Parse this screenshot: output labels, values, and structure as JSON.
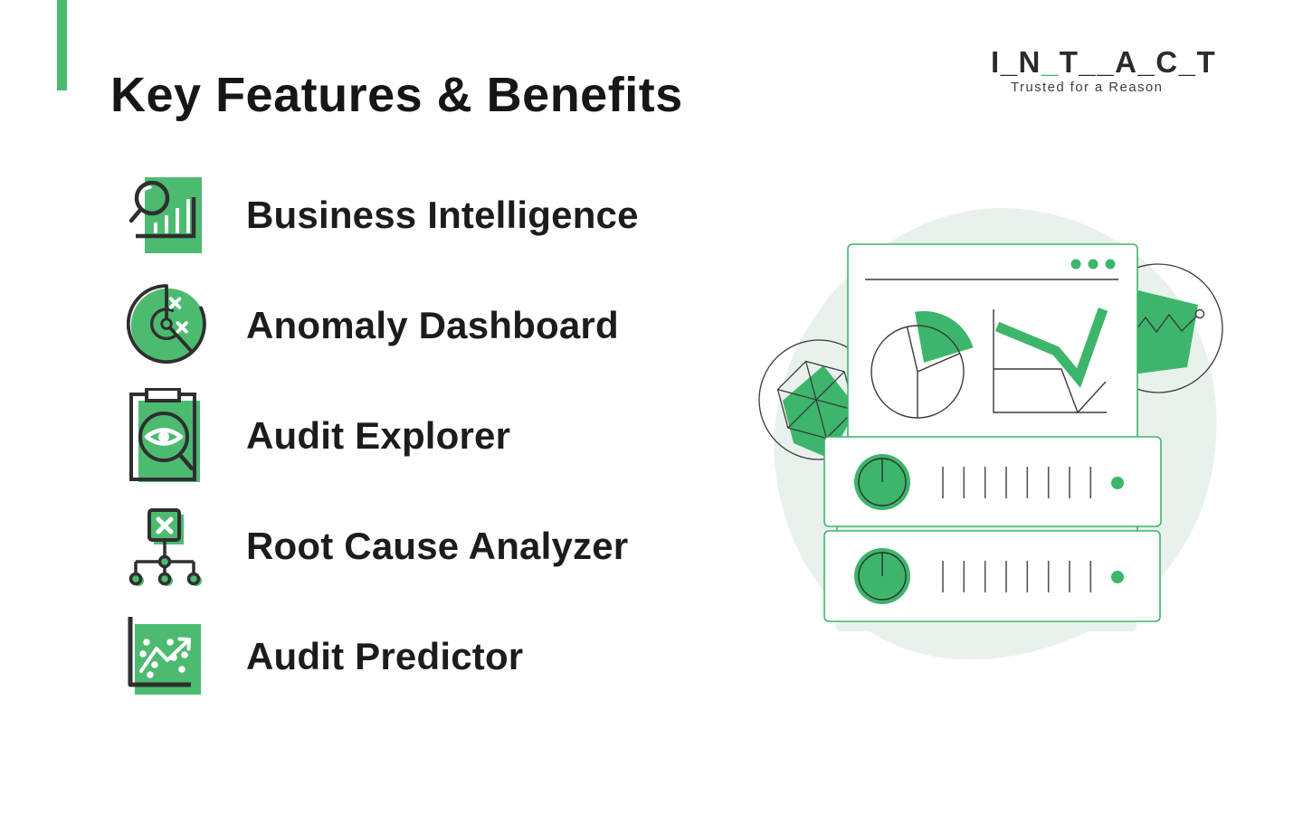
{
  "slide": {
    "title": "Key Features & Benefits",
    "features": [
      {
        "label": "Business Intelligence",
        "icon": "magnifier-bar-chart"
      },
      {
        "label": "Anomaly Dashboard",
        "icon": "radar-anomaly"
      },
      {
        "label": "Audit Explorer",
        "icon": "clipboard-eye-magnifier"
      },
      {
        "label": "Root Cause Analyzer",
        "icon": "hierarchy-tree"
      },
      {
        "label": "Audit Predictor",
        "icon": "scatter-trend-arrow"
      }
    ]
  },
  "logo": {
    "text_left": "I_N",
    "green_underscore": "_",
    "text_right": "T__A_C_T",
    "tagline": "Trusted for a Reason"
  },
  "colors": {
    "accent_green": "#3DB56B",
    "icon_green": "#4CBB70",
    "light_blob": "#E9F1EC",
    "ink": "#1D1D1D",
    "stroke_dark": "#2F2F2F"
  }
}
